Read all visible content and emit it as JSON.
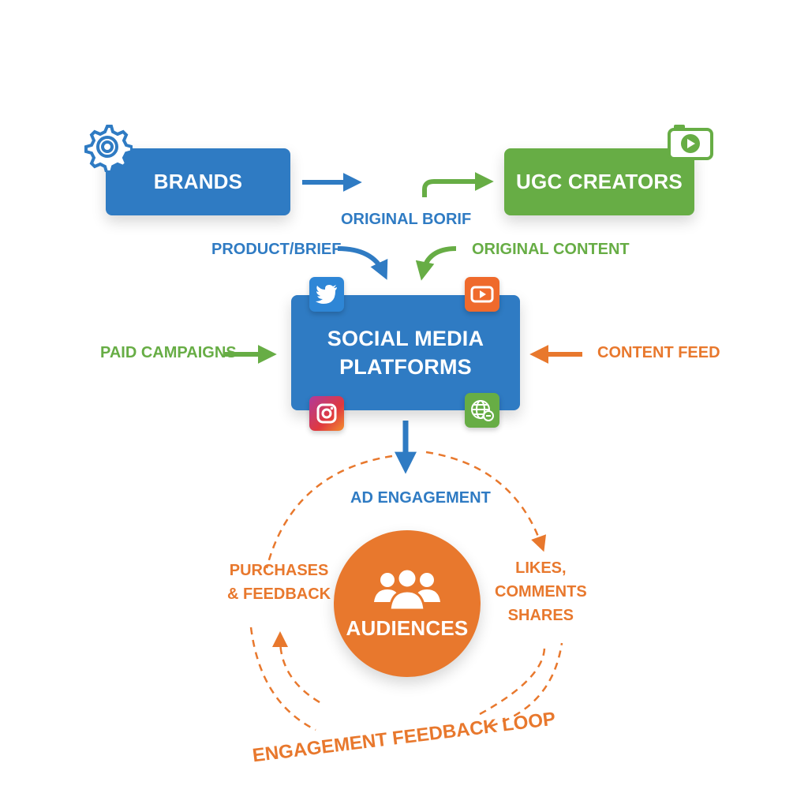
{
  "nodes": {
    "brands": "BRANDS",
    "ugc_creators": "UGC CREATORS",
    "platforms_line1": "SOCIAL MEDIA",
    "platforms_line2": "PLATFORMS",
    "audiences": "AUDIENCES"
  },
  "labels": {
    "original_borif": "ORIGINAL BORIF",
    "product_brief": "PRODUCT/BRIEF",
    "original_content": "ORIGINAL CONTENT",
    "paid_campaigns": "PAID CAMPAIGNS",
    "content_feed": "CONTENT FEED",
    "ad_engagement": "AD ENGAGEMENT",
    "purchases_feedback": "PURCHASES\n& FEEDBACK",
    "likes_comments_shares": "LIKES,\nCOMMENTS\nSHARES",
    "loop_title": "ENGAGEMENT FEEDBACK LOOP"
  },
  "icons": {
    "brands": "gear-icon",
    "ugc": "camera-play-icon",
    "platform_badges": [
      "twitter-icon",
      "youtube-icon",
      "instagram-icon",
      "globe-icon"
    ],
    "audiences": "people-icon"
  },
  "colors": {
    "blue": "#2f7bc3",
    "green": "#67ad45",
    "orange": "#e8782d"
  }
}
